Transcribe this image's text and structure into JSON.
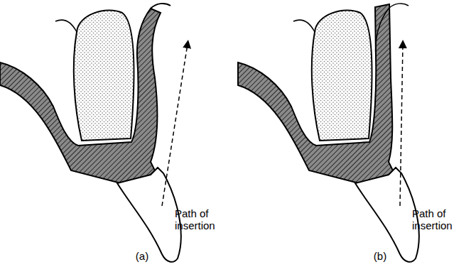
{
  "diagram": {
    "labels": [
      "Path of insertion",
      "Path of insertion",
      "(a)",
      "(b)"
    ]
  }
}
